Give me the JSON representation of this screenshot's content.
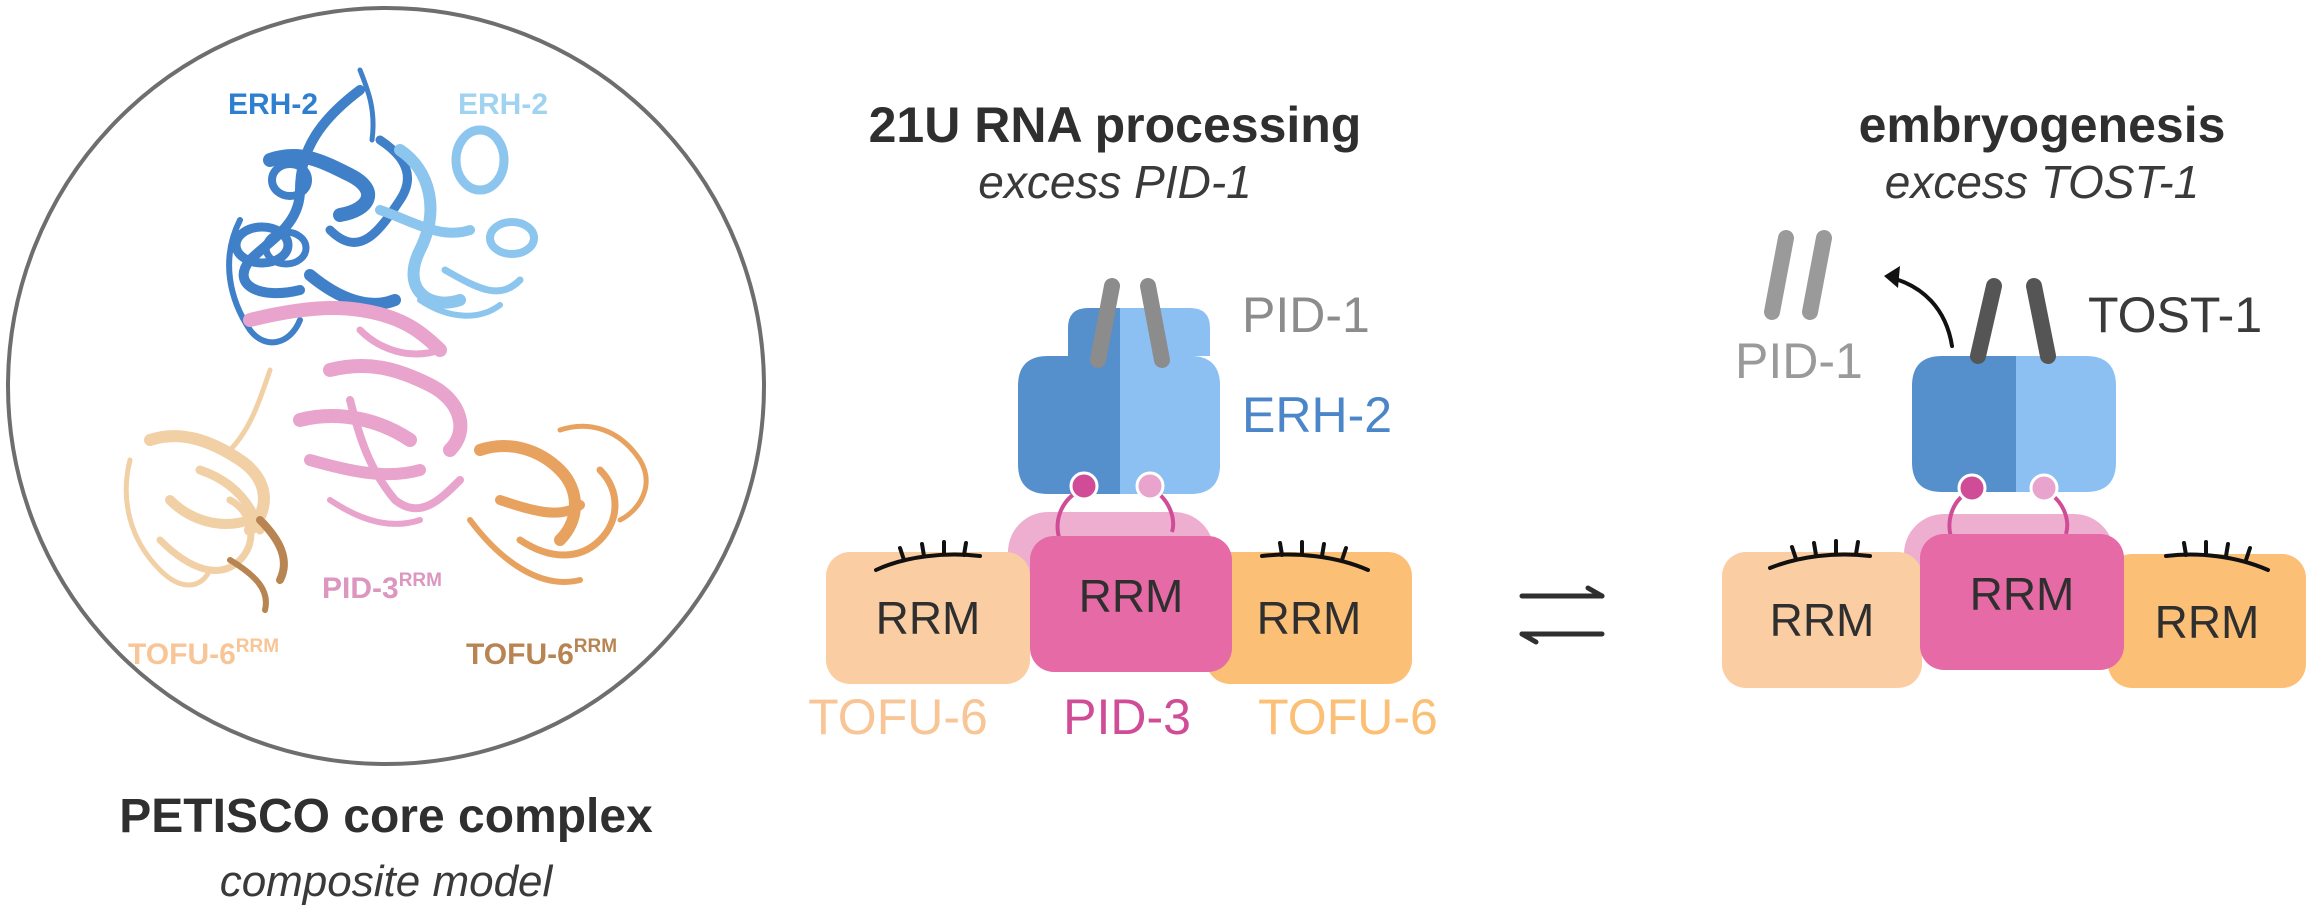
{
  "structure_panel": {
    "labels": {
      "erh2_a": "ERH-2",
      "erh2_b": "ERH-2",
      "pid3_rrm": "PID-3",
      "tofu6_left": "TOFU-6",
      "tofu6_right": "TOFU-6",
      "rrm_superscript": "RRM"
    },
    "caption_title": "PETISCO core complex",
    "caption_subtitle": "composite model"
  },
  "left_state": {
    "title": "21U RNA processing",
    "subtitle": "excess PID-1",
    "pid1_label": "PID-1",
    "erh2_label": "ERH-2",
    "rrm_left": "RRM",
    "rrm_center": "RRM",
    "rrm_right": "RRM",
    "tofu6_left_label": "TOFU-6",
    "pid3_label": "PID-3",
    "tofu6_right_label": "TOFU-6"
  },
  "right_state": {
    "title": "embryogenesis",
    "subtitle": "excess TOST-1",
    "pid1_label": "PID-1",
    "tost1_label": "TOST-1",
    "rrm_left": "RRM",
    "rrm_center": "RRM",
    "rrm_right": "RRM"
  },
  "colors": {
    "erh2_dark": "#5590cc",
    "erh2_light": "#8cc0f2",
    "erh2_text": "#4a86c8",
    "erh2_light_text": "#9cd0ee",
    "pid3": "#e66aa6",
    "pid3_light": "#edaed0",
    "pid3_text": "#d14c96",
    "tofu6_light": "#fbcda3",
    "tofu6_orange": "#fcbf76",
    "tofu6_text": "#f8c596",
    "tofu6_dark_text": "#b88552",
    "pid1_gray": "#8c8c8c",
    "tost1_gray": "#555555"
  }
}
